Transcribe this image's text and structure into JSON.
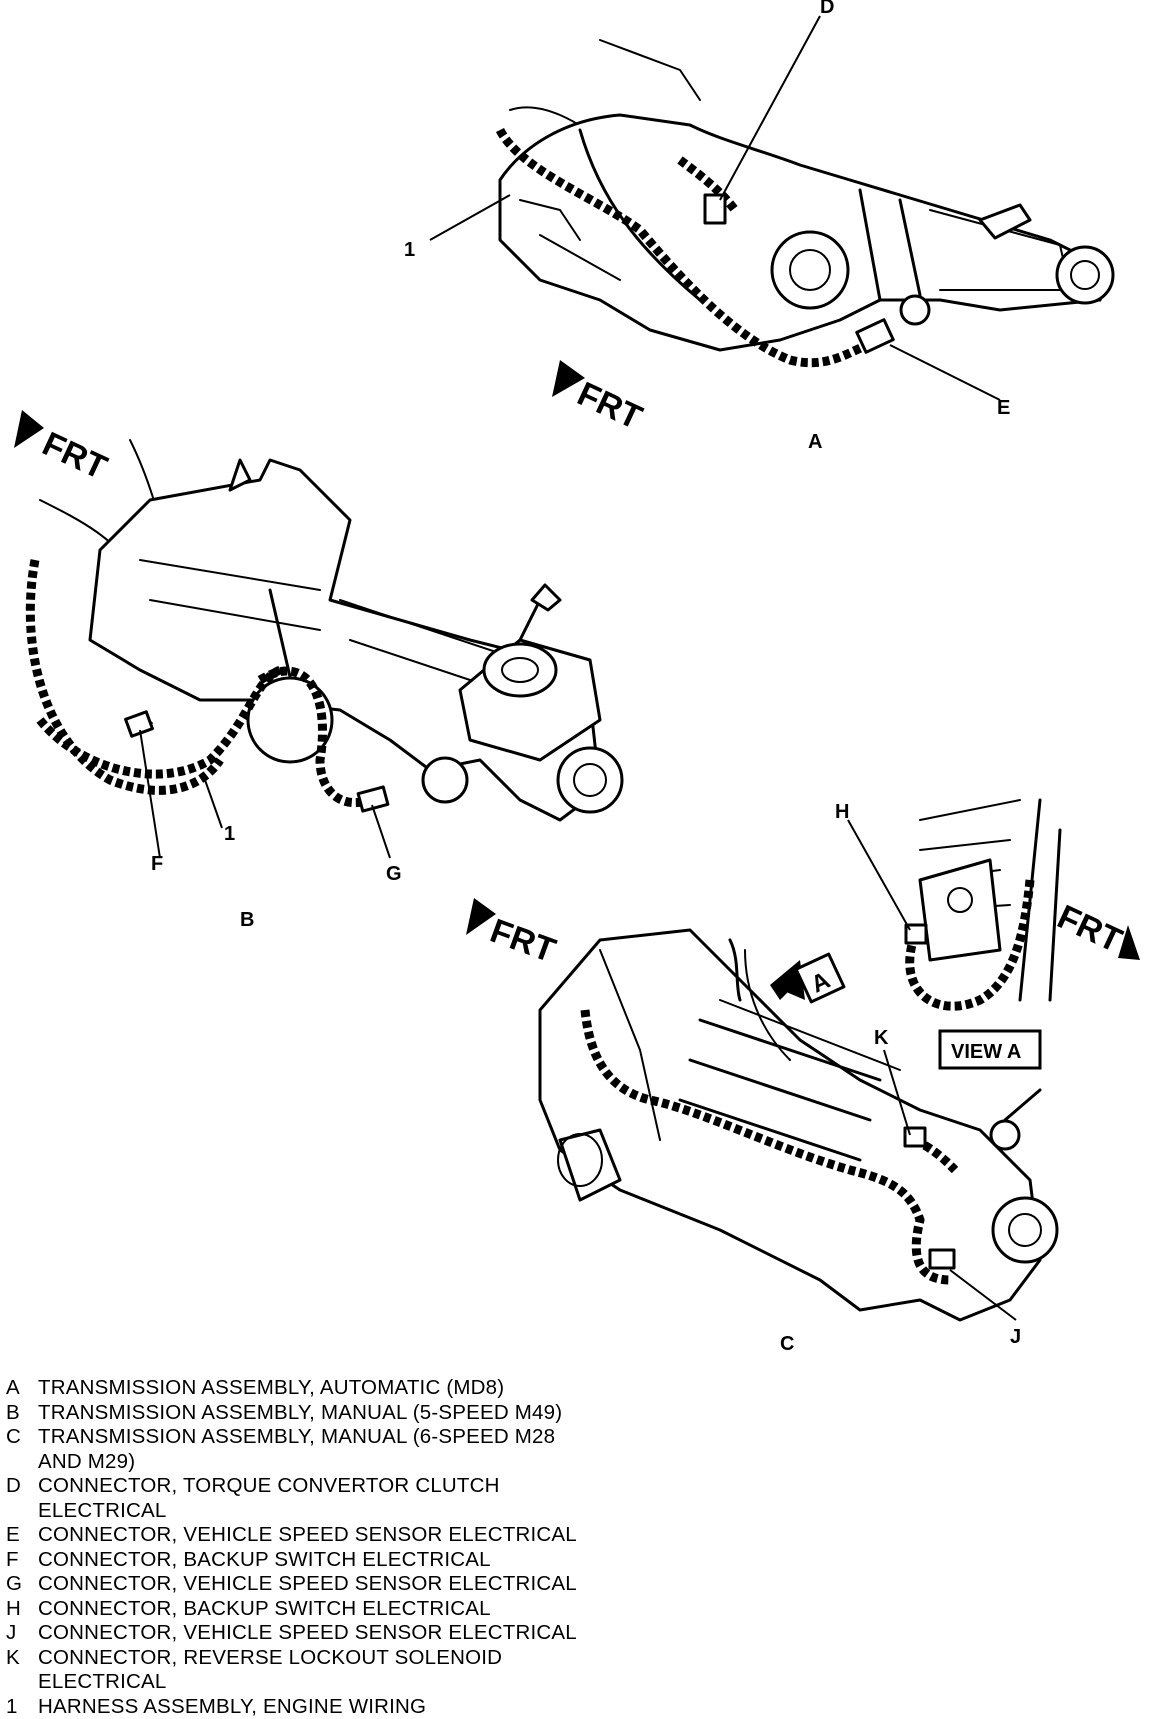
{
  "callouts": {
    "a": "A",
    "b": "B",
    "c": "C",
    "d": "D",
    "e": "E",
    "f": "F",
    "g": "G",
    "h": "H",
    "j": "J",
    "k": "K",
    "one_a": "1",
    "one_b": "1"
  },
  "frt_label": "FRT",
  "view_a_box": "VIEW A",
  "view_a_tag": "A",
  "legend": [
    {
      "key": "A",
      "text": "TRANSMISSION ASSEMBLY, AUTOMATIC (MD8)"
    },
    {
      "key": "B",
      "text": "TRANSMISSION ASSEMBLY, MANUAL (5-SPEED M49)"
    },
    {
      "key": "C",
      "text": "TRANSMISSION ASSEMBLY, MANUAL (6-SPEED M28\nAND M29)"
    },
    {
      "key": "D",
      "text": "CONNECTOR, TORQUE CONVERTOR CLUTCH\nELECTRICAL"
    },
    {
      "key": "E",
      "text": "CONNECTOR, VEHICLE SPEED SENSOR ELECTRICAL"
    },
    {
      "key": "F",
      "text": "CONNECTOR, BACKUP SWITCH ELECTRICAL"
    },
    {
      "key": "G",
      "text": "CONNECTOR, VEHICLE SPEED SENSOR ELECTRICAL"
    },
    {
      "key": "H",
      "text": "CONNECTOR, BACKUP SWITCH ELECTRICAL"
    },
    {
      "key": "J",
      "text": "CONNECTOR, VEHICLE SPEED SENSOR ELECTRICAL"
    },
    {
      "key": "K",
      "text": "CONNECTOR, REVERSE LOCKOUT SOLENOID\nELECTRICAL"
    },
    {
      "key": "1",
      "text": "HARNESS ASSEMBLY, ENGINE WIRING"
    }
  ]
}
